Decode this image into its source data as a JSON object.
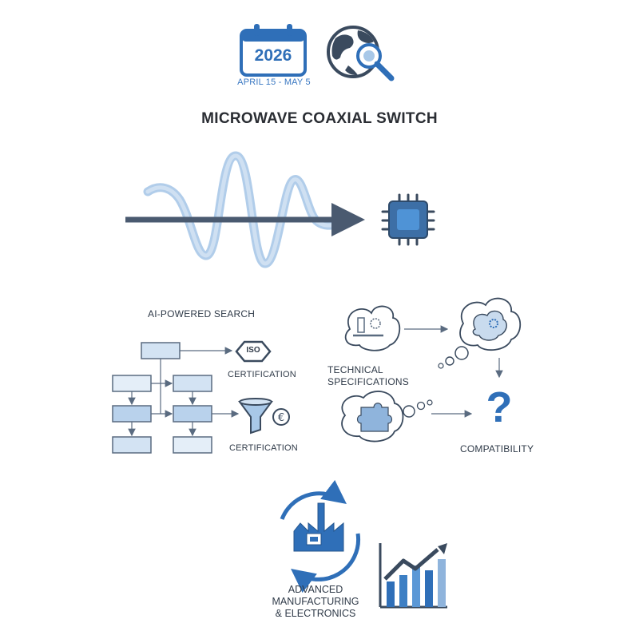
{
  "header": {
    "calendar_year": "2026",
    "date_range": "APRIL 15 - MAY 5",
    "calendar_icon": "calendar-icon",
    "globe_icon": "globe-search-icon"
  },
  "title": "MICROWAVE COAXIAL SWITCH",
  "signal_graphic": {
    "wave_icon": "microwave-signal",
    "chip_icon": "chip-icon"
  },
  "left_diagram": {
    "heading": "AI-POWERED SEARCH",
    "node_top": "ISO",
    "label_top": "CERTIFICATION",
    "label_bottom": "CERTIFICATION",
    "funnel_icon": "funnel-euro-icon"
  },
  "right_diagram": {
    "label_specs": "TECHNICAL\nSPECIFICATIONS",
    "label_specs_line1": "TECHNICAL",
    "label_specs_line2": "SPECIFICATIONS",
    "label_compat": "COMPATIBILITY",
    "question_mark": "?"
  },
  "bottom": {
    "label_line1": "ADVANCED",
    "label_line2": "MANUFACTURING",
    "label_line3": "& ELECTRONICS",
    "factory_icon": "factory-cycle-icon",
    "chart_icon": "growth-chart-icon"
  },
  "colors": {
    "primary_blue": "#2f6fb8",
    "light_blue": "#a8c8e8",
    "box_fill": "#d3e3f3",
    "dark_arrow": "#4a5a70",
    "line_gray": "#5a6b80"
  }
}
